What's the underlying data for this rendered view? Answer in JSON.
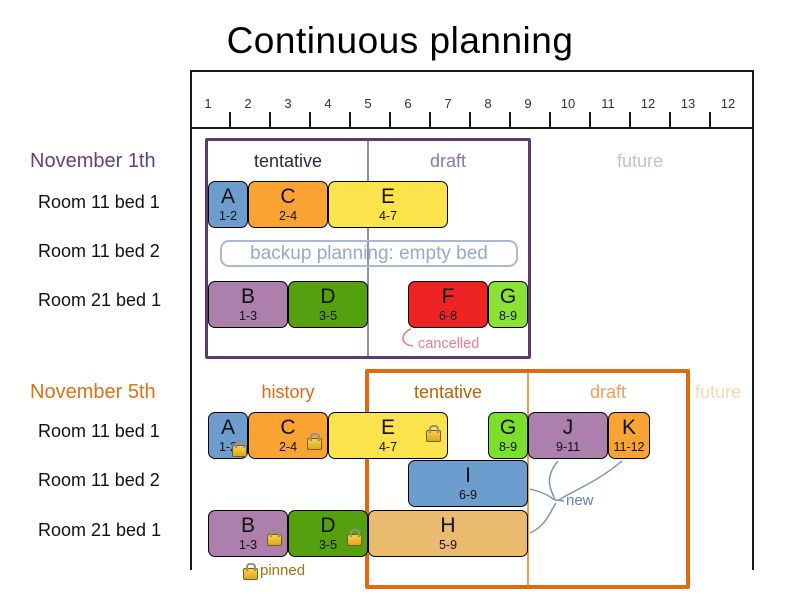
{
  "title": "Continuous planning",
  "axis": {
    "labels": [
      "1",
      "2",
      "3",
      "4",
      "5",
      "6",
      "7",
      "8",
      "9",
      "10",
      "11",
      "12",
      "13",
      "12"
    ]
  },
  "colors": {
    "purple_border": "#603a6e",
    "orange_border": "#e2690e",
    "block_blue": "#6d9cce",
    "block_orange": "#f9a332",
    "block_yellow": "#fbe44b",
    "block_plum": "#ad7fad",
    "block_green": "#54a00f",
    "block_red": "#ee2424",
    "block_light_green": "#8ae234",
    "block_bright_green": "#7cdf2b",
    "block_tan": "#eaba6e",
    "cancelled_red": "#ef7d85",
    "new_blue": "#5f80ba",
    "pinned_gold": "#a9720e"
  },
  "sections": [
    {
      "date_label": "November 1th",
      "phases": {
        "tentative": "tentative",
        "draft": "draft",
        "future": "future"
      },
      "row_labels": [
        "Room 11 bed 1",
        "Room 11 bed 2",
        "Room 21 bed 1"
      ],
      "blocks": {
        "a": {
          "letter": "A",
          "range": "1-2"
        },
        "c": {
          "letter": "C",
          "range": "2-4"
        },
        "e": {
          "letter": "E",
          "range": "4-7"
        },
        "b": {
          "letter": "B",
          "range": "1-3"
        },
        "d": {
          "letter": "D",
          "range": "3-5"
        },
        "f": {
          "letter": "F",
          "range": "6-8"
        },
        "g": {
          "letter": "G",
          "range": "8-9"
        }
      },
      "backup_note": "backup planning: empty bed",
      "cancelled_label": "cancelled"
    },
    {
      "date_label": "November 5th",
      "phases": {
        "history": "history",
        "tentative": "tentative",
        "draft": "draft",
        "future": "future"
      },
      "row_labels": [
        "Room 11 bed 1",
        "Room 11 bed 2",
        "Room 21 bed 1"
      ],
      "blocks": {
        "a": {
          "letter": "A",
          "range": "1-2",
          "pinned": true
        },
        "c": {
          "letter": "C",
          "range": "2-4",
          "pinned": true
        },
        "e": {
          "letter": "E",
          "range": "4-7",
          "pinned": true
        },
        "g": {
          "letter": "G",
          "range": "8-9"
        },
        "j": {
          "letter": "J",
          "range": "9-11"
        },
        "k": {
          "letter": "K",
          "range": "11-12"
        },
        "i": {
          "letter": "I",
          "range": "6-9"
        },
        "b": {
          "letter": "B",
          "range": "1-3",
          "pinned": true
        },
        "d": {
          "letter": "D",
          "range": "3-5",
          "pinned": true
        },
        "h": {
          "letter": "H",
          "range": "5-9"
        }
      },
      "new_label": "new",
      "pinned_label": "pinned"
    }
  ]
}
